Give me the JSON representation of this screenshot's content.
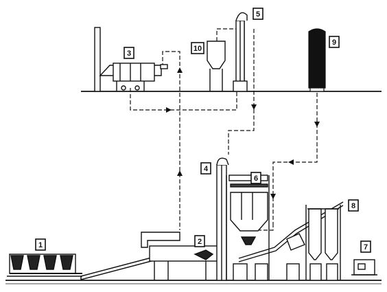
{
  "diagram": {
    "labels": {
      "n1": "1",
      "n2": "2",
      "n3": "3",
      "n4": "4",
      "n5": "5",
      "n6": "6",
      "n7": "7",
      "n8": "8",
      "n9": "9",
      "n10": "10"
    }
  }
}
